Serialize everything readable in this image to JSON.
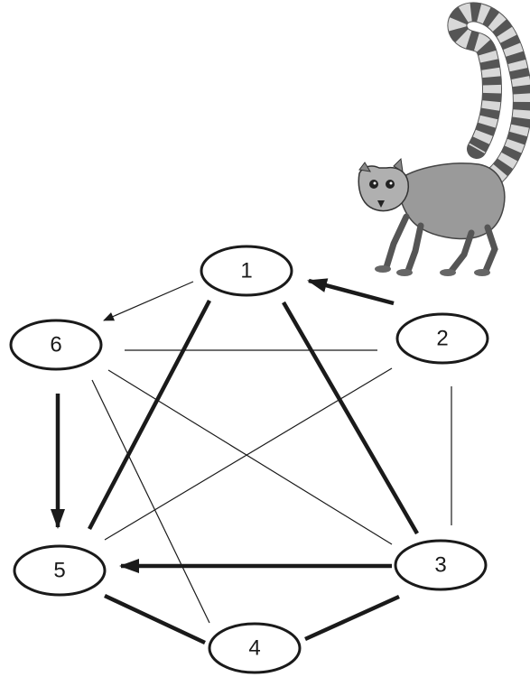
{
  "diagram": {
    "nodes": [
      {
        "id": "1",
        "label": "1"
      },
      {
        "id": "2",
        "label": "2"
      },
      {
        "id": "3",
        "label": "3"
      },
      {
        "id": "4",
        "label": "4"
      },
      {
        "id": "5",
        "label": "5"
      },
      {
        "id": "6",
        "label": "6"
      }
    ],
    "edges": [
      {
        "from": "1",
        "to": "6",
        "weight": "thin",
        "directed": true
      },
      {
        "from": "2",
        "to": "1",
        "weight": "thick",
        "directed": true
      },
      {
        "from": "6",
        "to": "5",
        "weight": "thick",
        "directed": true
      },
      {
        "from": "3",
        "to": "5",
        "weight": "thick",
        "directed": true
      },
      {
        "from": "1",
        "to": "5",
        "weight": "thick",
        "directed": false
      },
      {
        "from": "1",
        "to": "3",
        "weight": "thick",
        "directed": false
      },
      {
        "from": "5",
        "to": "4",
        "weight": "thick",
        "directed": false
      },
      {
        "from": "4",
        "to": "3",
        "weight": "thick",
        "directed": false
      },
      {
        "from": "6",
        "to": "2",
        "weight": "thin",
        "directed": false
      },
      {
        "from": "6",
        "to": "3",
        "weight": "thin",
        "directed": false
      },
      {
        "from": "6",
        "to": "4",
        "weight": "thin",
        "directed": false
      },
      {
        "from": "2",
        "to": "5",
        "weight": "thin",
        "directed": false
      },
      {
        "from": "2",
        "to": "3",
        "weight": "thin",
        "directed": false
      }
    ],
    "illustration": {
      "subject": "ring-tailed-lemur",
      "color": "#8a8a8a"
    }
  }
}
